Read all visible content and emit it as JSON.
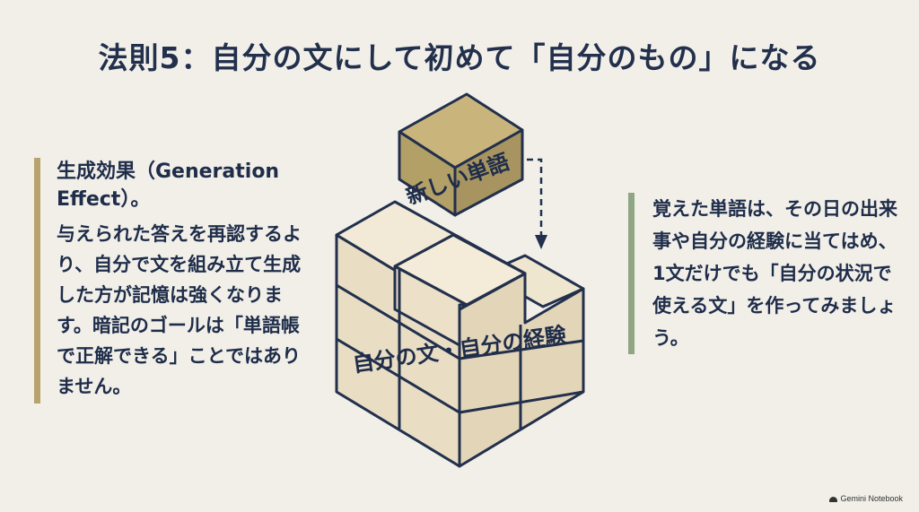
{
  "title": "法則5：自分の文にして初めて「自分のもの」になる",
  "left": {
    "heading": "生成効果（Generation Effect）。",
    "body": "与えられた答えを再認するより、自分で文を組み立て生成した方が記憶は強くなります。暗記のゴールは「単語帳で正解できる」ことではありません。"
  },
  "right": {
    "body": "覚えた単語は、その日の出来事や自分の経験に当てはめ、1文だけでも「自分の状況で使える文」を作ってみましょう。"
  },
  "diagram": {
    "top_block_label": "新しい単語",
    "stack_label": "自分の文・自分の経験",
    "colors": {
      "top_block": "#b8a36a",
      "stack": "#ebe0c8",
      "outline": "#22304d"
    }
  },
  "footer": "Gemini Notebook"
}
